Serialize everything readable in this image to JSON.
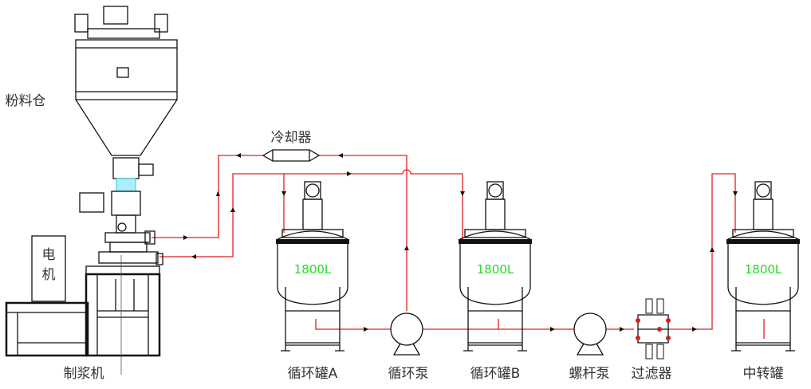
{
  "labels": {
    "powder_silo": "粉料仓",
    "cooler": "冷却器",
    "motor_line1": "电",
    "motor_line2": "机",
    "pulping_machine": "制浆机",
    "circulation_tank_a": "循环罐A",
    "circulation_pump": "循环泵",
    "circulation_tank_b": "循环罐B",
    "screw_pump": "螺杆泵",
    "filter": "过滤器",
    "transfer_tank": "中转罐"
  },
  "tanks": [
    {
      "name": "循环罐A",
      "capacity": "1800L"
    },
    {
      "name": "循环罐B",
      "capacity": "1800L"
    },
    {
      "name": "中转罐",
      "capacity": "1800L"
    }
  ],
  "colors": {
    "pipe": "#e02020",
    "capacity_text": "#22dd22",
    "line": "#111111"
  }
}
